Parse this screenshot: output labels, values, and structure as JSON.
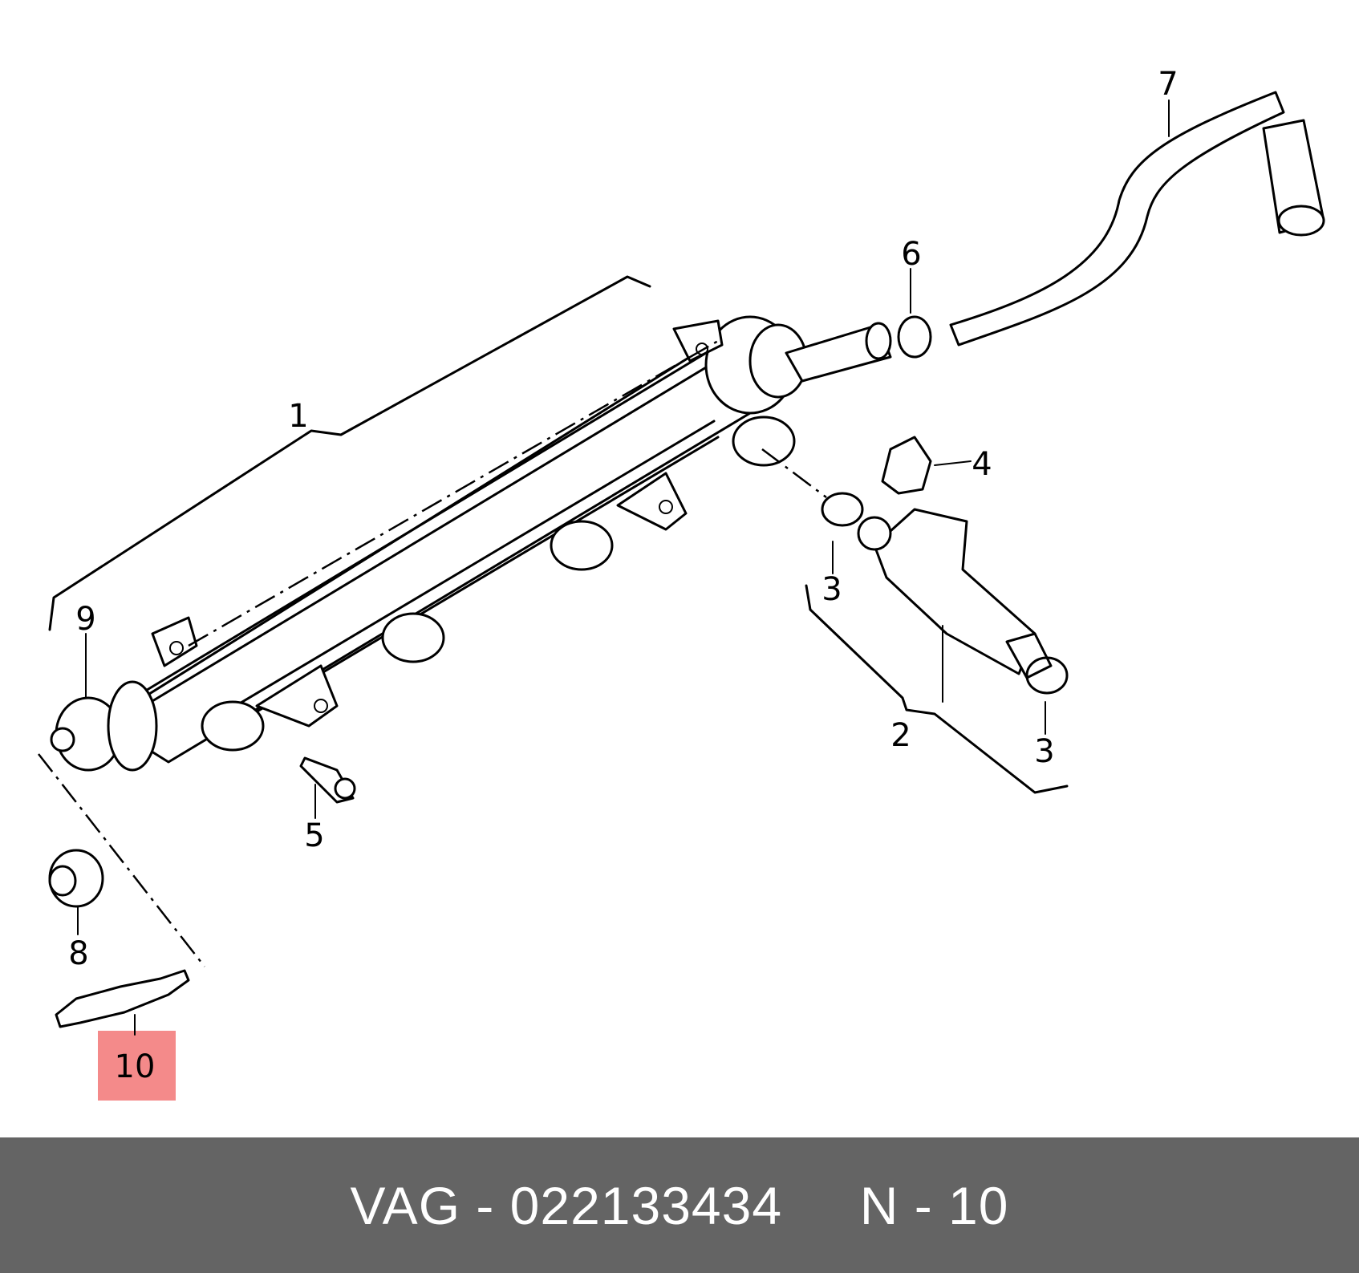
{
  "diagram": {
    "callouts": {
      "c1": "1",
      "c2": "2",
      "c3a": "3",
      "c3b": "3",
      "c4": "4",
      "c5": "5",
      "c6": "6",
      "c7": "7",
      "c8": "8",
      "c9": "9",
      "c10": "10"
    },
    "highlighted_callout": "10",
    "highlight_color": "#f48a8a"
  },
  "footer": {
    "text": "VAG - 022133434     N - 10",
    "background": "#646464",
    "text_color": "#ffffff"
  }
}
